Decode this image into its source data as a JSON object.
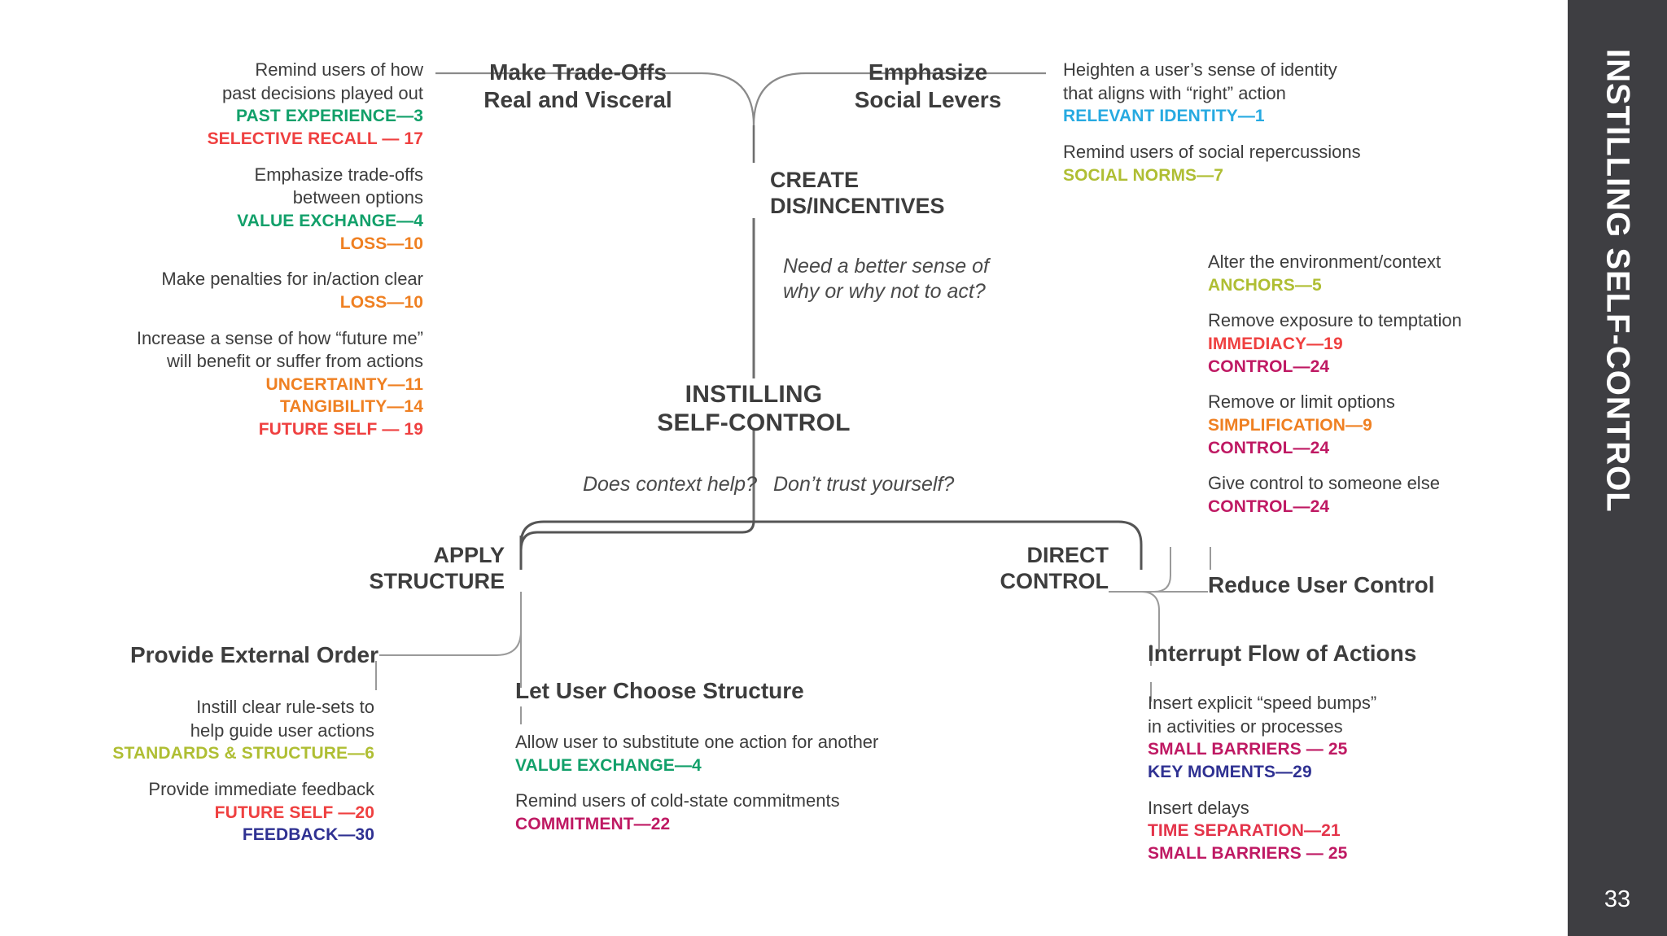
{
  "sidebar": {
    "title": "INSTILLING SELF-CONTROL",
    "page_number": "33",
    "bg_color": "#3e3e42"
  },
  "hub": {
    "line1": "INSTILLING",
    "line2": "SELF-CONTROL"
  },
  "questions": {
    "incentives": "Need a better sense of\nwhy or why not to act?",
    "incentives_l1": "Need a better sense of",
    "incentives_l2": "why or why not to act?",
    "context": "Does context help?",
    "trust": "Don’t trust yourself?"
  },
  "branches": {
    "create": {
      "line1": "CREATE",
      "line2": "DIS/INCENTIVES"
    },
    "apply": {
      "line1": "APPLY",
      "line2": "STRUCTURE"
    },
    "direct": {
      "line1": "DIRECT",
      "line2": "CONTROL"
    }
  },
  "colors": {
    "green": "#12a06a",
    "red": "#ef4040",
    "orange": "#ef8022",
    "olive": "#afbe33",
    "blue": "#27aae1",
    "magenta": "#bf1963",
    "navy": "#2f3192",
    "crimson": "#e4344a",
    "text": "#3d3d3d"
  },
  "nodes": {
    "trade_offs": {
      "title_l1": "Make Trade-Offs",
      "title_l2": "Real and Visceral",
      "groups": [
        {
          "desc": [
            "Remind users of how",
            "past decisions played out"
          ],
          "tags": [
            {
              "label": "PAST EXPERIENCE—3",
              "color": "#12a06a"
            },
            {
              "label": "SELECTIVE RECALL — 17",
              "color": "#ef4040"
            }
          ]
        },
        {
          "desc": [
            "Emphasize trade-offs",
            "between options"
          ],
          "tags": [
            {
              "label": "VALUE EXCHANGE—4",
              "color": "#12a06a"
            },
            {
              "label": "LOSS—10",
              "color": "#ef8022"
            }
          ]
        },
        {
          "desc": [
            "Make penalties for in/action clear"
          ],
          "tags": [
            {
              "label": "LOSS—10",
              "color": "#ef8022"
            }
          ]
        },
        {
          "desc": [
            "Increase a sense of how “future me”",
            "will benefit or suffer from actions"
          ],
          "tags": [
            {
              "label": "UNCERTAINTY—11",
              "color": "#ef8022"
            },
            {
              "label": "TANGIBILITY—14",
              "color": "#ef8022"
            },
            {
              "label": "FUTURE SELF — 19",
              "color": "#ef4040"
            }
          ]
        }
      ]
    },
    "social_levers": {
      "title_l1": "Emphasize",
      "title_l2": "Social Levers",
      "groups": [
        {
          "desc": [
            "Heighten a user’s sense of identity",
            "that aligns with “right” action"
          ],
          "tags": [
            {
              "label": "RELEVANT IDENTITY—1",
              "color": "#27aae1"
            }
          ]
        },
        {
          "desc": [
            "Remind users of social repercussions"
          ],
          "tags": [
            {
              "label": "SOCIAL NORMS—7",
              "color": "#afbe33"
            }
          ]
        }
      ]
    },
    "reduce_user_control": {
      "title": "Reduce User Control",
      "groups": [
        {
          "desc": [
            "Alter the environment/context"
          ],
          "tags": [
            {
              "label": "ANCHORS—5",
              "color": "#afbe33"
            }
          ]
        },
        {
          "desc": [
            "Remove exposure to temptation"
          ],
          "tags": [
            {
              "label": "IMMEDIACY—19",
              "color": "#ef4040"
            },
            {
              "label": "CONTROL—24",
              "color": "#bf1963"
            }
          ]
        },
        {
          "desc": [
            "Remove or limit options"
          ],
          "tags": [
            {
              "label": "SIMPLIFICATION—9",
              "color": "#ef8022"
            },
            {
              "label": "CONTROL—24",
              "color": "#bf1963"
            }
          ]
        },
        {
          "desc": [
            "Give control to someone else"
          ],
          "tags": [
            {
              "label": "CONTROL—24",
              "color": "#bf1963"
            }
          ]
        }
      ]
    },
    "external_order": {
      "title": "Provide External Order",
      "groups": [
        {
          "desc": [
            "Instill clear rule-sets to",
            "help guide user actions"
          ],
          "tags": [
            {
              "label": "STANDARDS & STRUCTURE—6",
              "color": "#afbe33"
            }
          ]
        },
        {
          "desc": [
            "Provide immediate feedback"
          ],
          "tags": [
            {
              "label": "FUTURE SELF —20",
              "color": "#ef4040"
            },
            {
              "label": "FEEDBACK—30",
              "color": "#2f3192"
            }
          ]
        }
      ]
    },
    "choose_structure": {
      "title": "Let User Choose Structure",
      "groups": [
        {
          "desc": [
            "Allow user to substitute one action for another"
          ],
          "tags": [
            {
              "label": "VALUE EXCHANGE—4",
              "color": "#12a06a"
            }
          ]
        },
        {
          "desc": [
            "Remind users of cold-state commitments"
          ],
          "tags": [
            {
              "label": "COMMITMENT—22",
              "color": "#bf1963"
            }
          ]
        }
      ]
    },
    "interrupt_flow": {
      "title": "Interrupt Flow of Actions",
      "groups": [
        {
          "desc": [
            "Insert explicit “speed bumps”",
            "in activities or processes"
          ],
          "tags": [
            {
              "label": "SMALL BARRIERS —  25",
              "color": "#bf1963"
            },
            {
              "label": "KEY MOMENTS—29",
              "color": "#2f3192"
            }
          ]
        },
        {
          "desc": [
            "Insert delays"
          ],
          "tags": [
            {
              "label": "TIME SEPARATION—21",
              "color": "#e4344a"
            },
            {
              "label": "SMALL BARRIERS — 25",
              "color": "#bf1963"
            }
          ]
        }
      ]
    }
  }
}
